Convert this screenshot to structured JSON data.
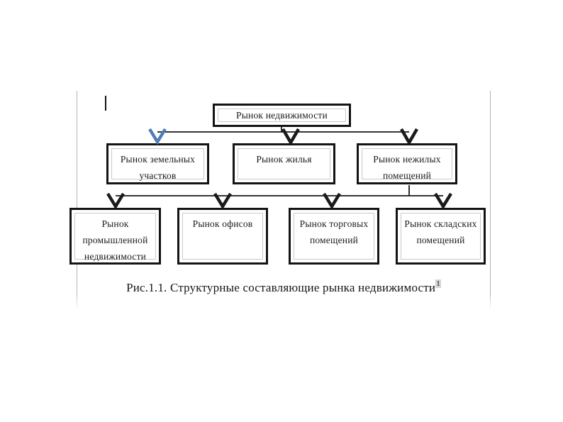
{
  "diagram": {
    "root": {
      "lines": [
        "Рынок недвижимости"
      ]
    },
    "level2": [
      {
        "lines": [
          "Рынок земельных",
          "участков"
        ]
      },
      {
        "lines": [
          "Рынок жилья"
        ]
      },
      {
        "lines": [
          "Рынок нежилых",
          "помещений"
        ]
      }
    ],
    "level3": [
      {
        "lines": [
          "Рынок",
          "промышленной",
          "недвижимости"
        ]
      },
      {
        "lines": [
          "Рынок офисов"
        ]
      },
      {
        "lines": [
          "Рынок торговых",
          "помещений"
        ]
      },
      {
        "lines": [
          "Рынок складских",
          "помещений"
        ]
      }
    ],
    "connector_color": "#1a1a1a",
    "highlight_arrow_color": "#4f7db8"
  },
  "caption": {
    "text": "Рис.1.1. Структурные составляющие рынка недвижимости",
    "footnote_mark": "1"
  }
}
